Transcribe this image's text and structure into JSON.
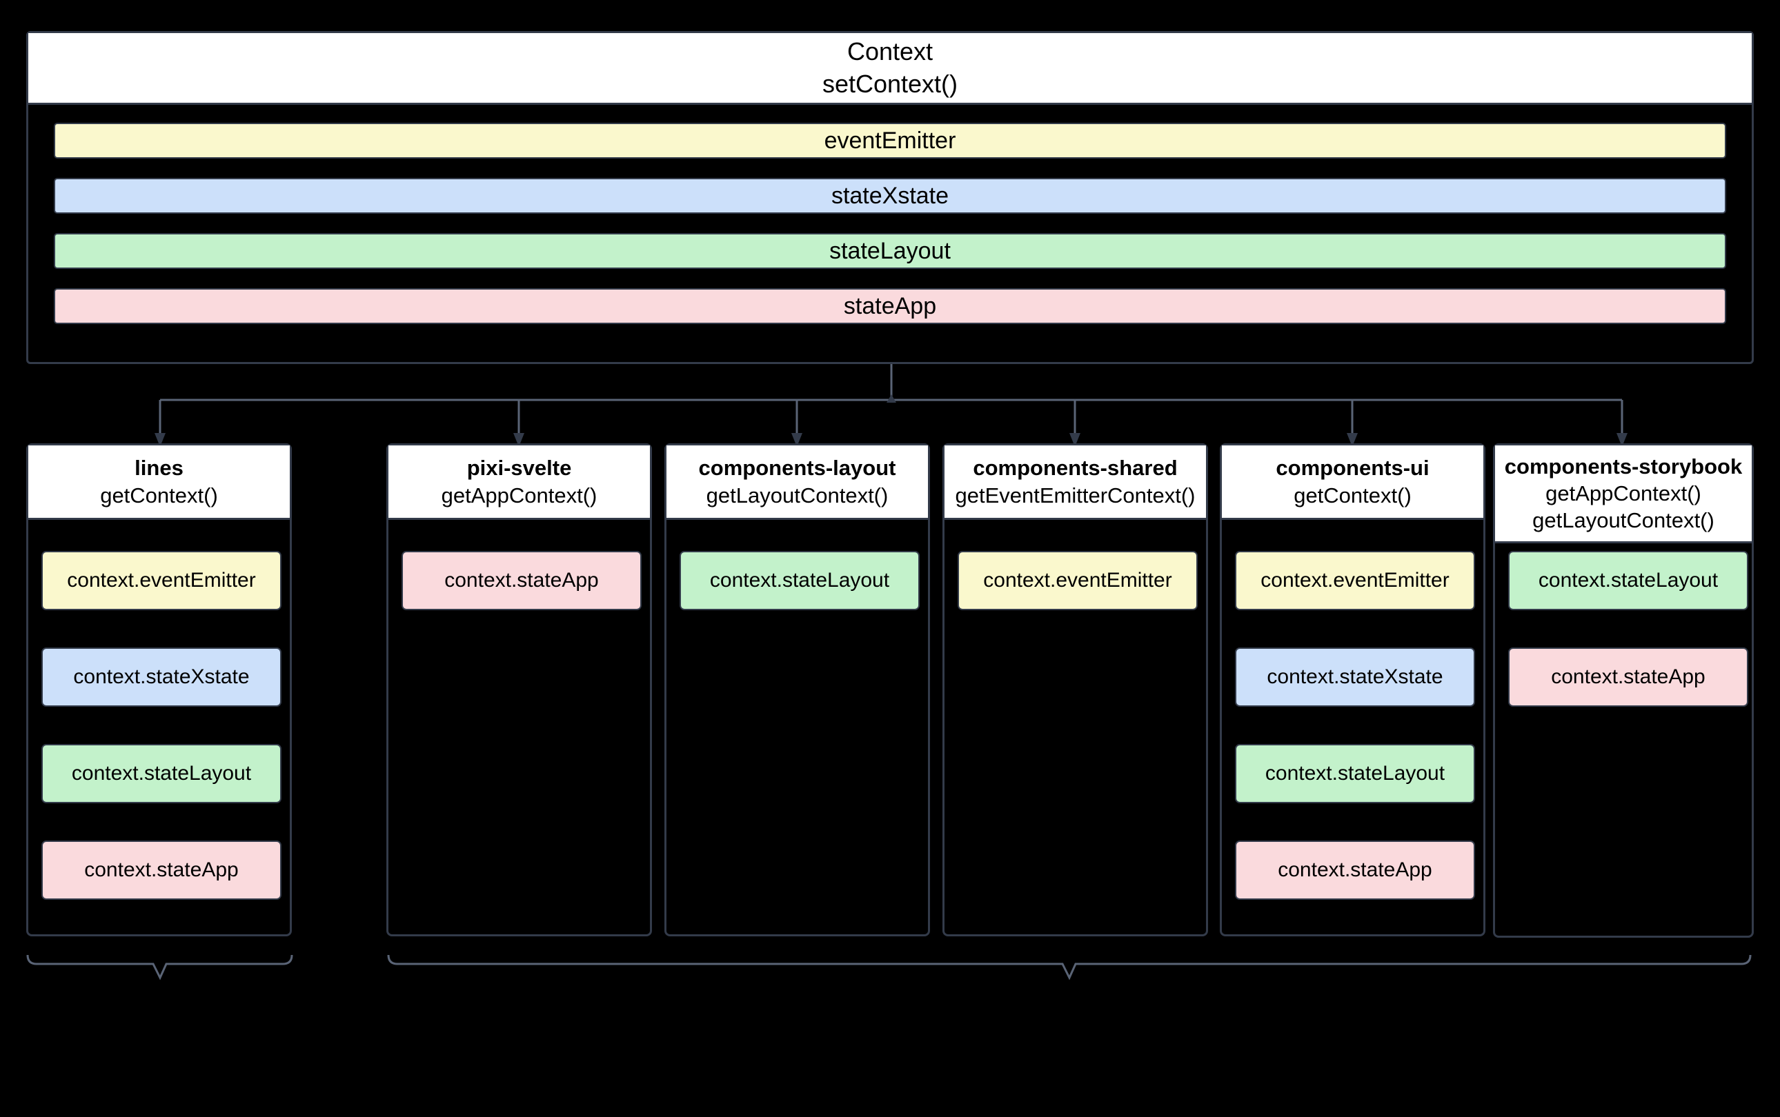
{
  "theme": {
    "background": "#000000",
    "stroke": "#333b4a",
    "header_fill": "#ffffff",
    "text": "#000000",
    "connector": "#5a6476",
    "colors": {
      "eventEmitter": "#faf8cd",
      "stateXstate": "#cce0fa",
      "stateLayout": "#c3f2cb",
      "stateApp": "#fadadd"
    }
  },
  "context_box": {
    "title": "Context",
    "subtitle": "setContext()",
    "bars": [
      {
        "label": "eventEmitter",
        "color_key": "eventEmitter",
        "color": "#faf8cd"
      },
      {
        "label": "stateXstate",
        "color_key": "stateXstate",
        "color": "#cce0fa"
      },
      {
        "label": "stateLayout",
        "color_key": "stateLayout",
        "color": "#c3f2cb"
      },
      {
        "label": "stateApp",
        "color_key": "stateApp",
        "color": "#fadadd"
      }
    ]
  },
  "consumers": [
    {
      "name": "lines",
      "getters": [
        "getContext()"
      ],
      "chips": [
        {
          "label": "context.eventEmitter",
          "color": "#faf8cd",
          "color_key": "eventEmitter"
        },
        {
          "label": "context.stateXstate",
          "color": "#cce0fa",
          "color_key": "stateXstate"
        },
        {
          "label": "context.stateLayout",
          "color": "#c3f2cb",
          "color_key": "stateLayout"
        },
        {
          "label": "context.stateApp",
          "color": "#fadadd",
          "color_key": "stateApp"
        }
      ]
    },
    {
      "name": "pixi-svelte",
      "getters": [
        "getAppContext()"
      ],
      "chips": [
        {
          "label": "context.stateApp",
          "color": "#fadadd",
          "color_key": "stateApp"
        }
      ]
    },
    {
      "name": "components-layout",
      "getters": [
        "getLayoutContext()"
      ],
      "chips": [
        {
          "label": "context.stateLayout",
          "color": "#c3f2cb",
          "color_key": "stateLayout"
        }
      ]
    },
    {
      "name": "components-shared",
      "getters": [
        "getEventEmitterContext()"
      ],
      "chips": [
        {
          "label": "context.eventEmitter",
          "color": "#faf8cd",
          "color_key": "eventEmitter"
        }
      ]
    },
    {
      "name": "components-ui",
      "getters": [
        "getContext()"
      ],
      "chips": [
        {
          "label": "context.eventEmitter",
          "color": "#faf8cd",
          "color_key": "eventEmitter"
        },
        {
          "label": "context.stateXstate",
          "color": "#cce0fa",
          "color_key": "stateXstate"
        },
        {
          "label": "context.stateLayout",
          "color": "#c3f2cb",
          "color_key": "stateLayout"
        },
        {
          "label": "context.stateApp",
          "color": "#fadadd",
          "color_key": "stateApp"
        }
      ]
    },
    {
      "name": "components-storybook",
      "getters": [
        "getAppContext()",
        "getLayoutContext()"
      ],
      "chips": [
        {
          "label": "context.stateLayout",
          "color": "#c3f2cb",
          "color_key": "stateLayout"
        },
        {
          "label": "context.stateApp",
          "color": "#fadadd",
          "color_key": "stateApp"
        }
      ]
    }
  ]
}
